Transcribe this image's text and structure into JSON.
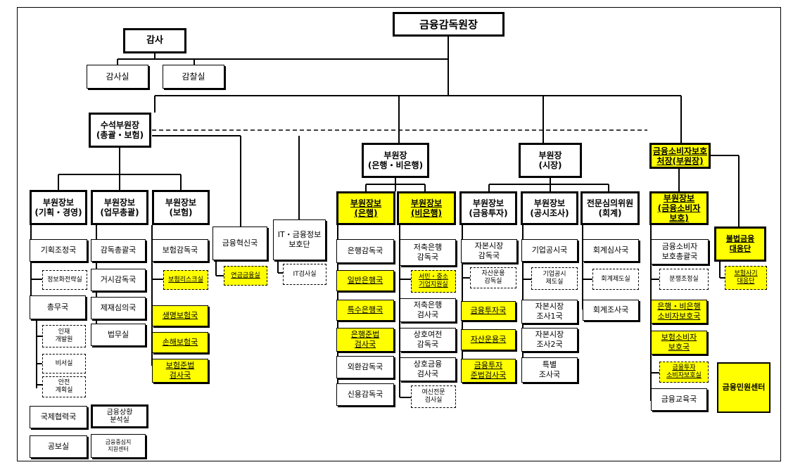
{
  "top": "금융감독원장",
  "audit": {
    "head": "감사",
    "office1": "감사실",
    "office2": "감찰실"
  },
  "senior": "수석부원장\n(총괄・보험)",
  "dep_bank": "부원장\n(은행・비은행)",
  "dep_market": "부원장\n(시장)",
  "dep_consumer": "금융소비자보호\n처장(부원장)",
  "asst": {
    "plan": "부원장보\n(기획・경영)",
    "biz": "부원장보\n(업무총괄)",
    "ins": "부원장보\n(보험)",
    "bank": "부원장보\n(은행)",
    "nonbank": "부원장보\n(비은행)",
    "invest": "부원장보\n(금융투자)",
    "disclose": "부원장보\n(공시조사)",
    "expert": "전문심의위원\n(회계)",
    "consumer": "부원장보\n(금융소비자\n보호)"
  },
  "plan_col": {
    "planning": "기획조정국",
    "strategy": "정보화전략실",
    "general": "총무국",
    "hr": "인재\n개발원",
    "secretary": "비서실",
    "safety": "안전\n계획실",
    "intl": "국제협력국",
    "pr": "공보실"
  },
  "biz_col": {
    "supervision": "감독총괄국",
    "macro": "거시감독국",
    "sanction": "제재심의국",
    "legal": "법무실",
    "fin_status": "금융상황\n분석실",
    "fin_center": "금융중심지\n지원센터"
  },
  "ins_col": {
    "ins_super": "보험감독국",
    "ins_risk": "보험리스크실",
    "life": "생명보험국",
    "nonlife": "손해보험국",
    "fraud": "보험준법\n검사국"
  },
  "innov": {
    "head": "금융혁신국",
    "sub": "연금금융실"
  },
  "it": {
    "head": "IT・금융정보\n보호단",
    "sub": "IT검사실"
  },
  "bank_col": {
    "bank_super": "은행감독국",
    "general_bank": "일반은행국",
    "special_bank": "특수은행국",
    "compliance": "은행준법\n검사국",
    "fx": "외환감독국",
    "credit": "신용감독국"
  },
  "nonbank_col": {
    "savings_super": "저축은행\n감독국",
    "sme": "서민・중소\n기업지원실",
    "savings_exam": "저축은행\n검사국",
    "mutual_credit": "상호여전\n감독국",
    "mutual_exam": "상호금융\n검사국",
    "credit_card": "여신전문\n검사실"
  },
  "invest_col": {
    "capital": "자본시장\n감독국",
    "asset_office": "자산운용\n감독실",
    "fin_invest": "금융투자국",
    "asset_mgmt": "자산운용국",
    "compliance": "금융투자\n준법검사국"
  },
  "disclose_col": {
    "corp": "기업공시국",
    "corp_office": "기업공시\n제도실",
    "research1": "자본시장\n조사1국",
    "research2": "자본시장\n조사2국",
    "special": "특별\n조사국"
  },
  "expert_col": {
    "audit": "회계심사국",
    "system": "회계제도실",
    "research": "회계조사국"
  },
  "consumer_col": {
    "general": "금융소비자\n보호총괄국",
    "dispute": "분쟁조정실",
    "bank_protect": "은행・비은행\n소비자보호국",
    "ins_protect": "보험소비자\n보호국",
    "invest_protect": "금융투자\n소비자보호실",
    "education": "금융교육국",
    "illegal": "불법금융\n대응단",
    "ins_fraud": "보험사기\n대응단",
    "civil": "금융민원센터"
  }
}
